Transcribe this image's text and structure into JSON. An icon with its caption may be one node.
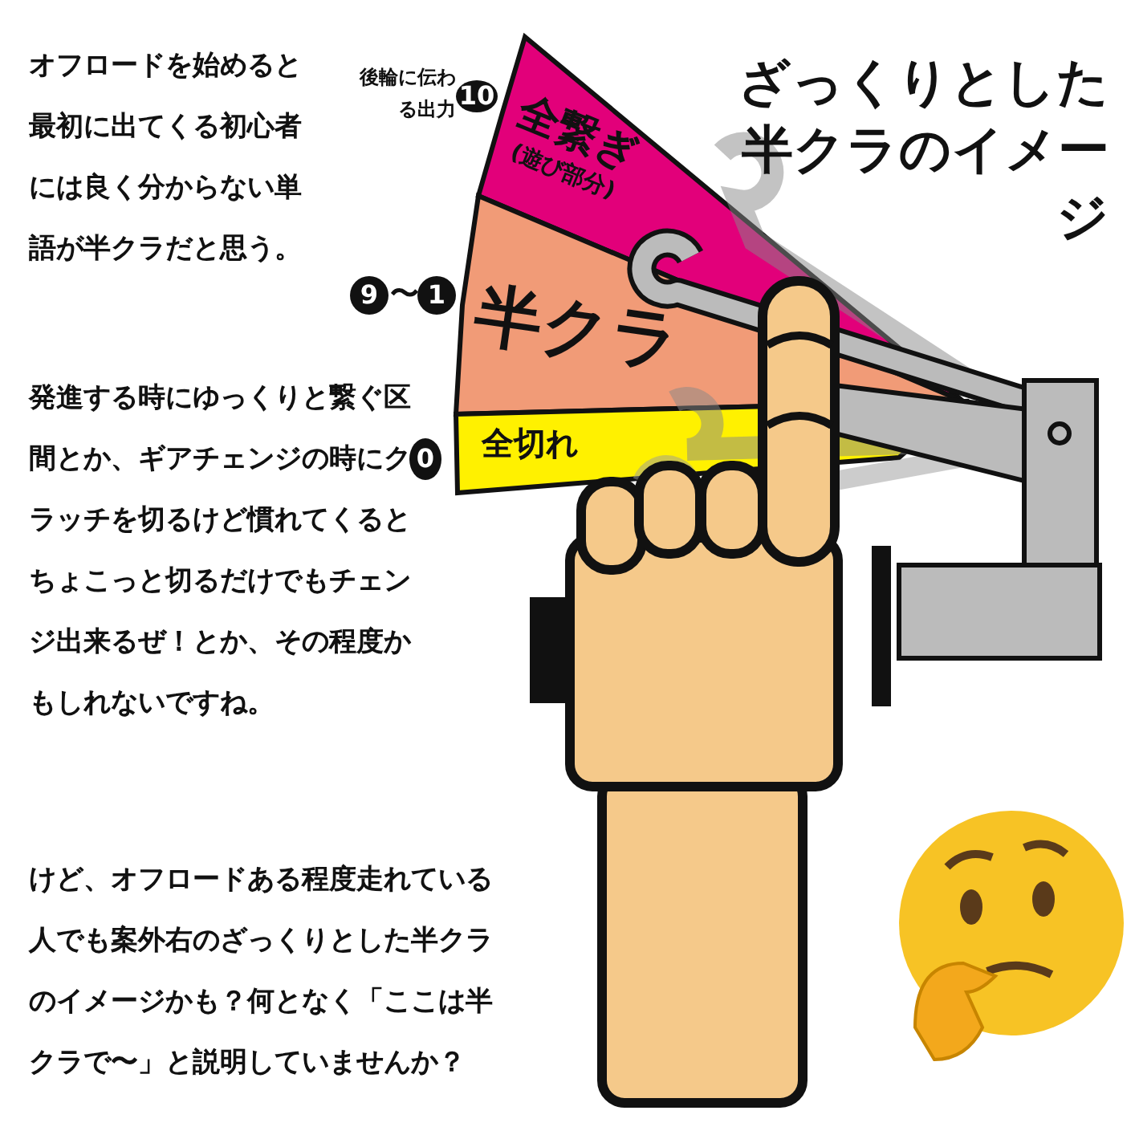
{
  "diagram": {
    "title": "ざっくりとした半クラのイメージ",
    "nodes": [
      {
        "text": [
          "全繋ぎ",
          "(遊び部分)"
        ]
      },
      {
        "text": [
          "半クラ"
        ]
      },
      {
        "text": [
          "全切れ"
        ]
      }
    ],
    "labels": [
      "オフロードを始めると最初に出てくる初心者には良く分からない単語が半クラだと思う。",
      "発進する時にゆっくりと繋ぐ区間とか、ギアチェンジの時にクラッチを切るけど慣れてくるとちょこっと切るだけでもチェンジ出来るぜ！とか、その程度かもしれないですね。",
      "けど、オフロードある程度走れている人でも案外右のざっくりとした半クラのイメージかも？何となく「ここは半クラで〜」と説明していませんか？",
      "後輪に伝わる出力",
      "10",
      "9",
      "〜",
      "1",
      "0"
    ]
  }
}
